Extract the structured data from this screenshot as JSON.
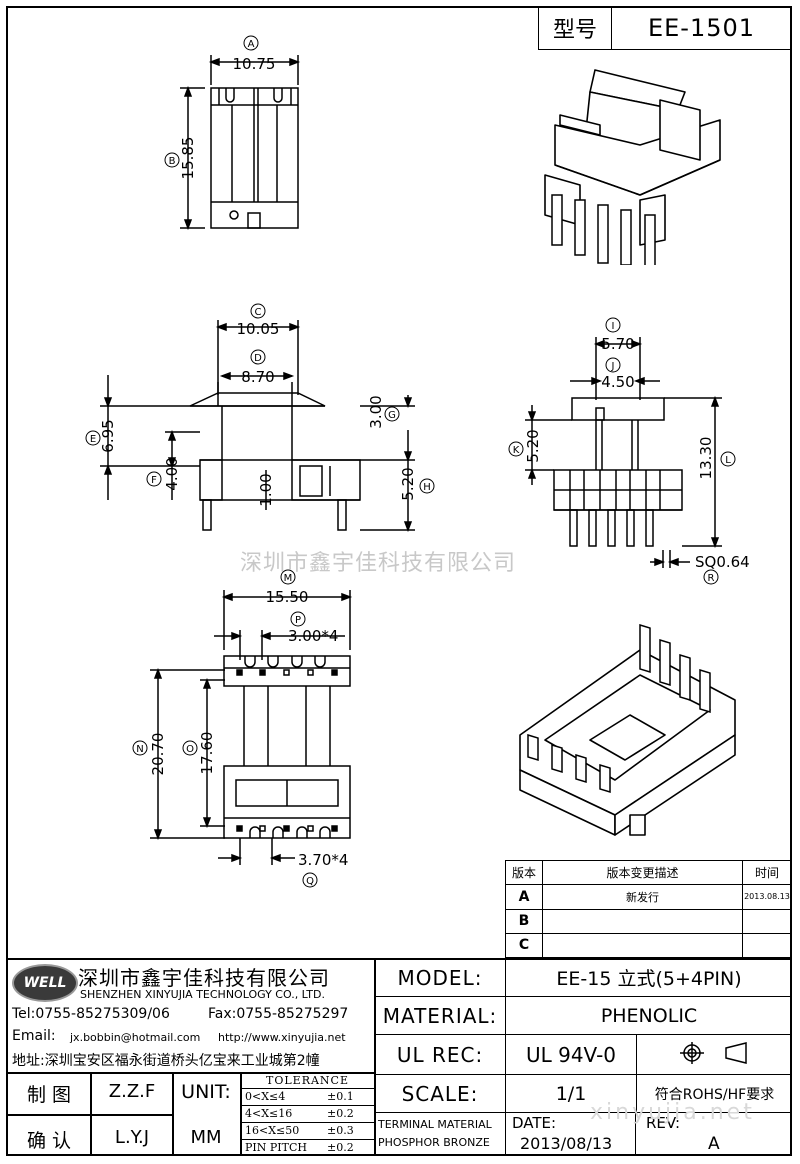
{
  "header": {
    "model_label": "型号",
    "model_value": "EE-1501"
  },
  "dims": {
    "A": {
      "tag": "A",
      "value": "10.75"
    },
    "B": {
      "tag": "B",
      "value": "15.85"
    },
    "C": {
      "tag": "C",
      "value": "10.05"
    },
    "D": {
      "tag": "D",
      "value": "8.70"
    },
    "E": {
      "tag": "E",
      "value": "6.95"
    },
    "F": {
      "tag": "F",
      "value": "4.00"
    },
    "G": {
      "tag": "G",
      "value": "3.00"
    },
    "H": {
      "tag": "H",
      "value": "5.20"
    },
    "mid": {
      "value": "1.00"
    },
    "I": {
      "tag": "I",
      "value": "5.70"
    },
    "J": {
      "tag": "J",
      "value": "4.50"
    },
    "K": {
      "tag": "K",
      "value": "5.20"
    },
    "L": {
      "tag": "L",
      "value": "13.30"
    },
    "R": {
      "tag": "R",
      "value": "SQ0.64"
    },
    "M": {
      "tag": "M",
      "value": "15.50"
    },
    "P": {
      "tag": "P",
      "value": "3.00*4"
    },
    "N": {
      "tag": "N",
      "value": "20.70"
    },
    "O": {
      "tag": "O",
      "value": "17.60"
    },
    "Q": {
      "tag": "Q",
      "value": "3.70*4"
    }
  },
  "watermark": "深圳市鑫宇佳科技有限公司",
  "watermark_url": "xinyujia.net",
  "revision": {
    "headers": [
      "版本",
      "版本变更描述",
      "时间"
    ],
    "rows": [
      {
        "ver": "A",
        "desc": "新发行",
        "time": "2013.08.13"
      },
      {
        "ver": "B",
        "desc": "",
        "time": ""
      },
      {
        "ver": "C",
        "desc": "",
        "time": ""
      }
    ]
  },
  "company": {
    "logo": "WELL",
    "name_cn": "深圳市鑫宇佳科技有限公司",
    "name_en": "SHENZHEN XINYUJIA TECHNOLOGY CO., LTD.",
    "tel": "Tel:0755-85275309/06",
    "fax": "Fax:0755-85275297",
    "email_label": "Email:",
    "email": "jx.bobbin@hotmail.com",
    "web": "http://www.xinyujia.net",
    "address": "地址:深圳宝安区福永街道桥头亿宝来工业城第2幢"
  },
  "specs": {
    "model_label": "MODEL:",
    "model": "EE-15 立式(5+4PIN)",
    "material_label": "MATERIAL:",
    "material": "PHENOLIC",
    "ulrec_label": "UL REC:",
    "ulrec": "UL 94V-0",
    "scale_label": "SCALE:",
    "scale": "1/1",
    "rohs": "符合ROHS/HF要求",
    "terminal_1": "TERMINAL MATERIAL",
    "terminal_2": "PHOSPHOR BRONZE",
    "date_label": "DATE:",
    "date": "2013/08/13",
    "rev_label": "REV:",
    "rev": "A"
  },
  "sign": {
    "draw_label": "制 图",
    "draw_name": "Z.Z.F",
    "check_label": "确 认",
    "check_name": "L.Y.J",
    "unit_label": "UNIT:",
    "unit": "MM"
  },
  "tolerance": {
    "title": "TOLERANCE",
    "rows": [
      {
        "range": "0<X≤4",
        "tol": "±0.1"
      },
      {
        "range": "4<X≤16",
        "tol": "±0.2"
      },
      {
        "range": "16<X≤50",
        "tol": "±0.3"
      },
      {
        "range": "PIN PITCH",
        "tol": "±0.2"
      }
    ]
  }
}
